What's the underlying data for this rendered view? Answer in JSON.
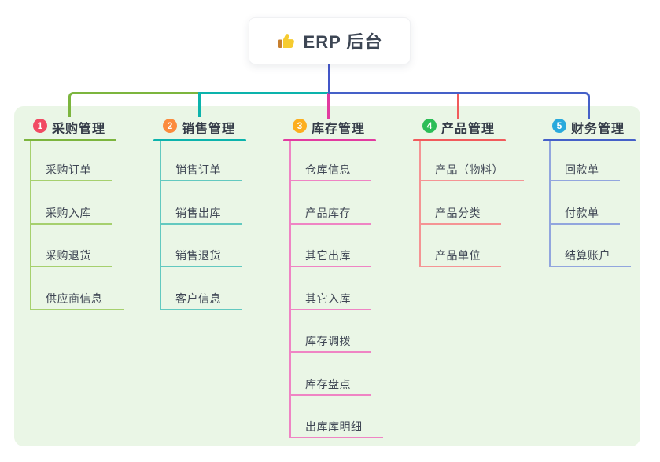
{
  "root": {
    "label": "ERP 后台",
    "icon": "thumbs-up"
  },
  "colors": {
    "canvas": "#ffffff",
    "panel": "#eaf6e6",
    "root_line": "#4356c8",
    "text_dark": "#353c48",
    "text_item": "#3f4654"
  },
  "branches": [
    {
      "key": "purchase",
      "badge": "1",
      "label": "采购管理",
      "badge_color": "#f14b63",
      "line_color": "#7cb53e",
      "sub_line_color": "#a6d06e",
      "items": [
        "采购订单",
        "采购入库",
        "采购退货",
        "供应商信息"
      ]
    },
    {
      "key": "sales",
      "badge": "2",
      "label": "销售管理",
      "badge_color": "#fb8b3d",
      "line_color": "#0cb3ac",
      "sub_line_color": "#63c9c0",
      "items": [
        "销售订单",
        "销售出库",
        "销售退货",
        "客户信息"
      ]
    },
    {
      "key": "inventory",
      "badge": "3",
      "label": "库存管理",
      "badge_color": "#fcae1e",
      "line_color": "#e23ba0",
      "sub_line_color": "#ef84c4",
      "items": [
        "仓库信息",
        "产品库存",
        "其它出库",
        "其它入库",
        "库存调拨",
        "库存盘点",
        "出库库明细"
      ]
    },
    {
      "key": "product",
      "badge": "4",
      "label": "产品管理",
      "badge_color": "#2cbd57",
      "line_color": "#f15b5c",
      "sub_line_color": "#f59494",
      "items": [
        "产品（物料）",
        "产品分类",
        "产品单位"
      ]
    },
    {
      "key": "finance",
      "badge": "5",
      "label": "财务管理",
      "badge_color": "#29a9dc",
      "line_color": "#4560c8",
      "sub_line_color": "#92a6de",
      "items": [
        "回款单",
        "付款单",
        "结算账户"
      ]
    }
  ]
}
